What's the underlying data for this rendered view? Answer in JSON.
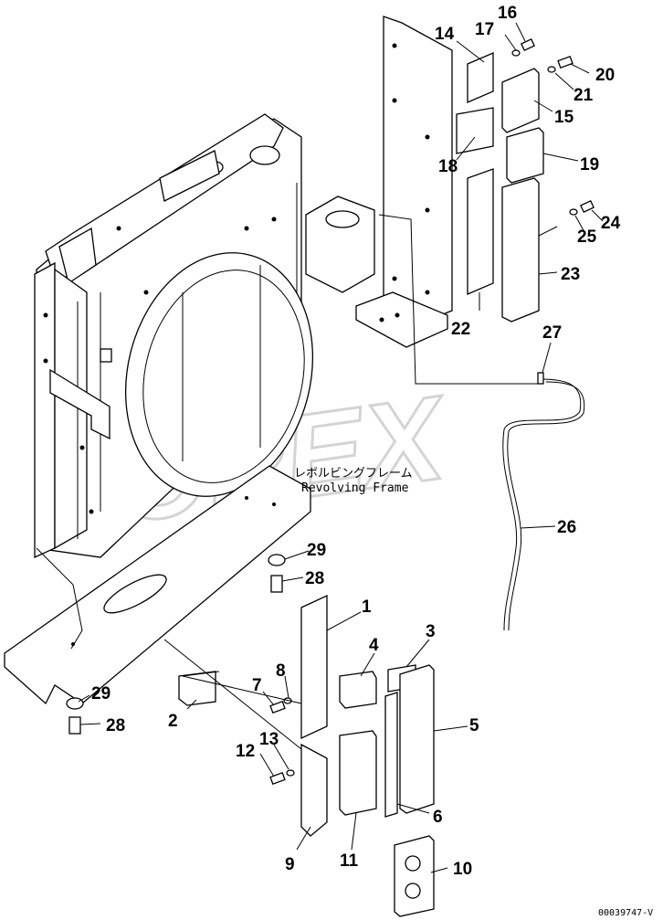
{
  "watermark": "OPEX",
  "frame_label": {
    "japanese": "レボルビングフレーム",
    "english": "Revolving Frame"
  },
  "callouts": [
    {
      "key": "c16",
      "text": "16"
    },
    {
      "key": "c17",
      "text": "17"
    },
    {
      "key": "c14",
      "text": "14"
    },
    {
      "key": "c20",
      "text": "20"
    },
    {
      "key": "c21",
      "text": "21"
    },
    {
      "key": "c15",
      "text": "15"
    },
    {
      "key": "c18",
      "text": "18"
    },
    {
      "key": "c19",
      "text": "19"
    },
    {
      "key": "c24",
      "text": "24"
    },
    {
      "key": "c25",
      "text": "25"
    },
    {
      "key": "c23",
      "text": "23"
    },
    {
      "key": "c22",
      "text": "22"
    },
    {
      "key": "c27",
      "text": "27"
    },
    {
      "key": "c26",
      "text": "26"
    },
    {
      "key": "c29a",
      "text": "29"
    },
    {
      "key": "c28a",
      "text": "28"
    },
    {
      "key": "c1",
      "text": "1"
    },
    {
      "key": "c3",
      "text": "3"
    },
    {
      "key": "c4",
      "text": "4"
    },
    {
      "key": "c8",
      "text": "8"
    },
    {
      "key": "c7",
      "text": "7"
    },
    {
      "key": "c2",
      "text": "2"
    },
    {
      "key": "c29b",
      "text": "29"
    },
    {
      "key": "c28b",
      "text": "28"
    },
    {
      "key": "c5",
      "text": "5"
    },
    {
      "key": "c13",
      "text": "13"
    },
    {
      "key": "c12",
      "text": "12"
    },
    {
      "key": "c6",
      "text": "6"
    },
    {
      "key": "c9",
      "text": "9"
    },
    {
      "key": "c11",
      "text": "11"
    },
    {
      "key": "c10",
      "text": "10"
    }
  ],
  "doc_id": "00039747-V"
}
